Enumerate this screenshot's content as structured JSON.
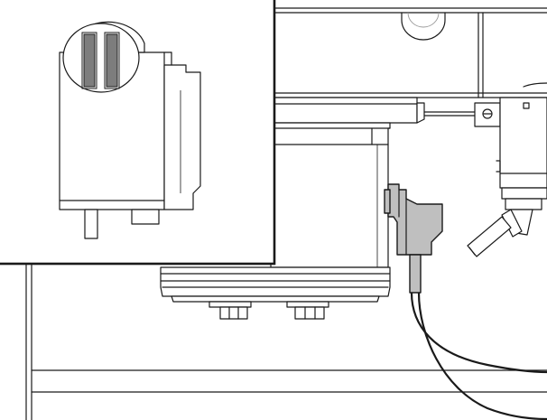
{
  "figure": {
    "description_text": "",
    "colors": {
      "line": "#1a1a1a",
      "fill_white": "#ffffff",
      "highlight_gray": "#bfbfbf",
      "dark_gray": "#8a8a8a",
      "slot_gray": "#7d7d7d"
    },
    "parts": [
      "machine-frame",
      "main-housing",
      "base-plate",
      "mounting-bolts",
      "sensor-connector",
      "sensor-cable",
      "side-fitting",
      "angled-nozzle",
      "inset-detail-view"
    ]
  }
}
